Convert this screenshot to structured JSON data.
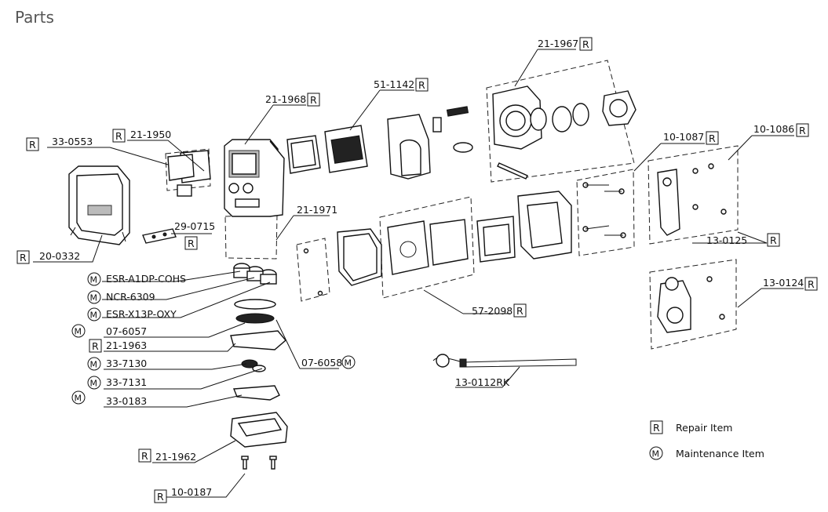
{
  "title": "Parts",
  "badge_letters": {
    "repair": "R",
    "maintenance": "M"
  },
  "legend": {
    "repair_label": "Repair Item",
    "maintenance_label": "Maintenance Item"
  },
  "callouts": [
    {
      "id": "21-1967",
      "type": "repair"
    },
    {
      "id": "51-1142",
      "type": "repair"
    },
    {
      "id": "21-1968",
      "type": "repair"
    },
    {
      "id": "21-1950",
      "type": "repair"
    },
    {
      "id": "33-0553",
      "type": "repair"
    },
    {
      "id": "20-0332",
      "type": "repair"
    },
    {
      "id": "29-0715",
      "type": "repair"
    },
    {
      "id": "21-1971",
      "type": "none"
    },
    {
      "id": "10-1087",
      "type": "repair"
    },
    {
      "id": "10-1086",
      "type": "repair"
    },
    {
      "id": "13-0125",
      "type": "repair"
    },
    {
      "id": "13-0124",
      "type": "repair"
    },
    {
      "id": "57-2098",
      "type": "repair"
    },
    {
      "id": "13-0112RK",
      "type": "none"
    },
    {
      "id": "ESR-A1DP-COHS",
      "type": "maintenance"
    },
    {
      "id": "NCR-6309",
      "type": "maintenance"
    },
    {
      "id": "ESR-X13P-OXY",
      "type": "maintenance"
    },
    {
      "id": "07-6057",
      "type": "maintenance"
    },
    {
      "id": "21-1963",
      "type": "repair"
    },
    {
      "id": "33-7130",
      "type": "maintenance"
    },
    {
      "id": "33-7131",
      "type": "maintenance"
    },
    {
      "id": "33-0183",
      "type": "maintenance"
    },
    {
      "id": "07-6058",
      "type": "maintenance"
    },
    {
      "id": "21-1962",
      "type": "repair"
    },
    {
      "id": "10-0187",
      "type": "repair"
    }
  ]
}
